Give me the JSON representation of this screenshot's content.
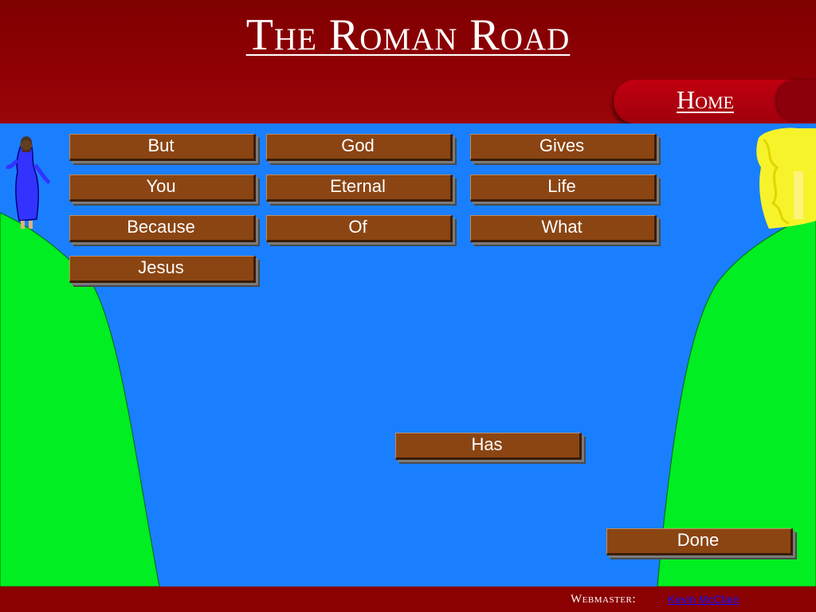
{
  "header": {
    "title": "The Roman Road",
    "home_label": "Home"
  },
  "words": {
    "but": "But",
    "god": "God",
    "gives": "Gives",
    "you": "You",
    "eternal": "Eternal",
    "life": "Life",
    "because": "Because",
    "of": "Of",
    "what": "What",
    "jesus": "Jesus",
    "has": "Has"
  },
  "actions": {
    "done_label": "Done"
  },
  "footer": {
    "webmaster_label": "Webmaster:",
    "webmaster_name": "Kevin McClain"
  },
  "colors": {
    "header_bg": "#8b0000",
    "river": "#1a7fff",
    "cliff": "#00ee22",
    "button_face": "#8b4513"
  }
}
